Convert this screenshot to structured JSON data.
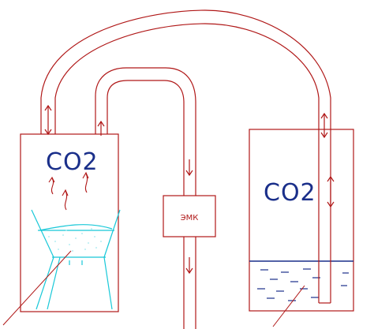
{
  "labels": {
    "left_vessel_gas": "CO2",
    "right_vessel_gas": "CO2",
    "device": "ЭМК"
  },
  "colors": {
    "pipe": "#b01818",
    "liquid": "#1a2f8a",
    "gas_text": "#1a2f8a",
    "funnel": "#18c8d8",
    "background": "#ffffff"
  }
}
